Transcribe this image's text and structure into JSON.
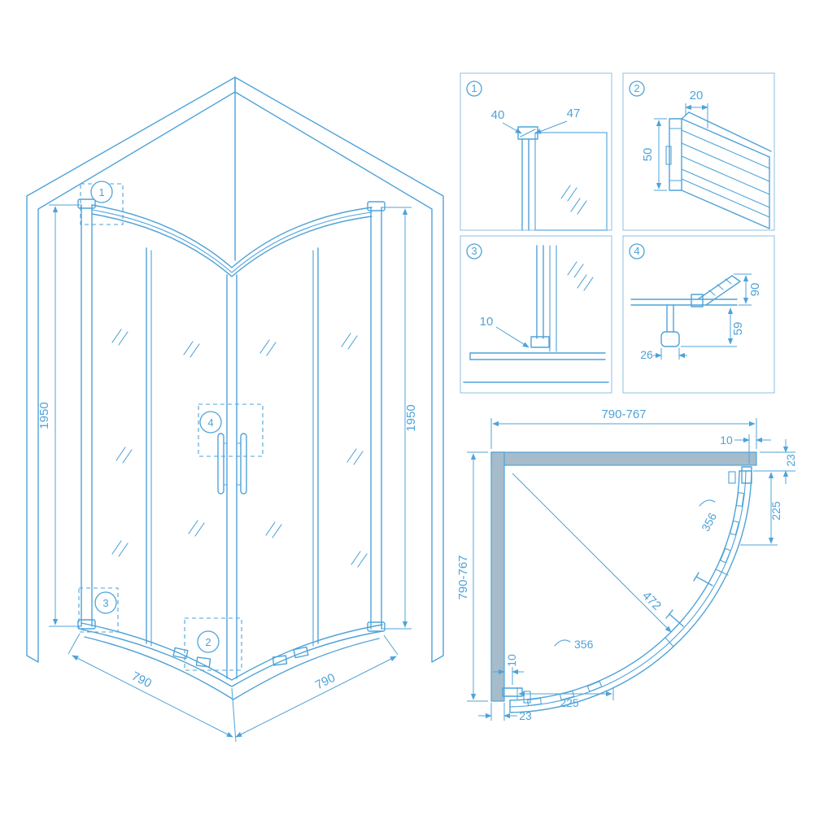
{
  "colors": {
    "line": "#4fa3d8",
    "wall": "#a6bcca"
  },
  "iso": {
    "callouts": {
      "c1": "1",
      "c2": "2",
      "c3": "3",
      "c4": "4"
    },
    "height_left": "1950",
    "height_right": "1950",
    "width_left": "790",
    "width_right": "790"
  },
  "details": {
    "d1": {
      "label": "1",
      "dim_a": "40",
      "dim_b": "47"
    },
    "d2": {
      "label": "2",
      "dim_width": "20",
      "dim_height": "50"
    },
    "d3": {
      "label": "3",
      "dim_gap": "10"
    },
    "d4": {
      "label": "4",
      "dim_a": "90",
      "dim_b": "26",
      "dim_c": "59"
    }
  },
  "plan": {
    "top_span": "790-767",
    "top_offset": "10",
    "right_wall": "23",
    "right_panel": "225",
    "radius_top": "356",
    "diagonal": "472",
    "left_span": "790-767",
    "radius_bottom": "356",
    "bottom_gap": "10",
    "bottom_wall": "23",
    "bottom_panel": "225"
  }
}
